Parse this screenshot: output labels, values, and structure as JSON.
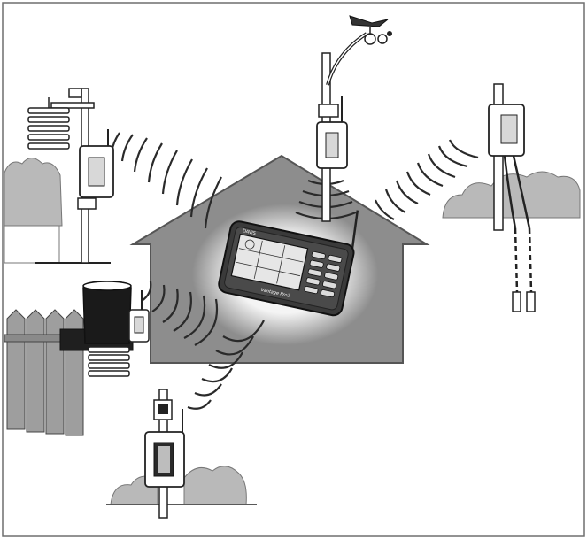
{
  "diagram": {
    "kind": "wireless-weather-station-layout",
    "console": {
      "brand_text": "DAVIS",
      "model_text": "Vantage Pro2"
    },
    "colors": {
      "house": "#8d8d8d",
      "house_outline": "#555555",
      "bushes": "#b9b9b9",
      "fence": "#9e9e9e",
      "ink": "#2a2a2a",
      "glow": "#ffffff",
      "frame": "#6f6f6f"
    },
    "devices": [
      {
        "id": "temp-humidity-station",
        "icon": "radiation-shield-with-transmitter"
      },
      {
        "id": "anemometer-station",
        "icon": "wind-vane-with-transmitter"
      },
      {
        "id": "soil-moisture-station",
        "icon": "transmitter-with-probes"
      },
      {
        "id": "rain-collector-station",
        "icon": "rain-gauge-with-transmitter"
      },
      {
        "id": "leaf-wetness-station",
        "icon": "small-transmitter"
      },
      {
        "id": "console",
        "icon": "weather-console"
      }
    ]
  }
}
